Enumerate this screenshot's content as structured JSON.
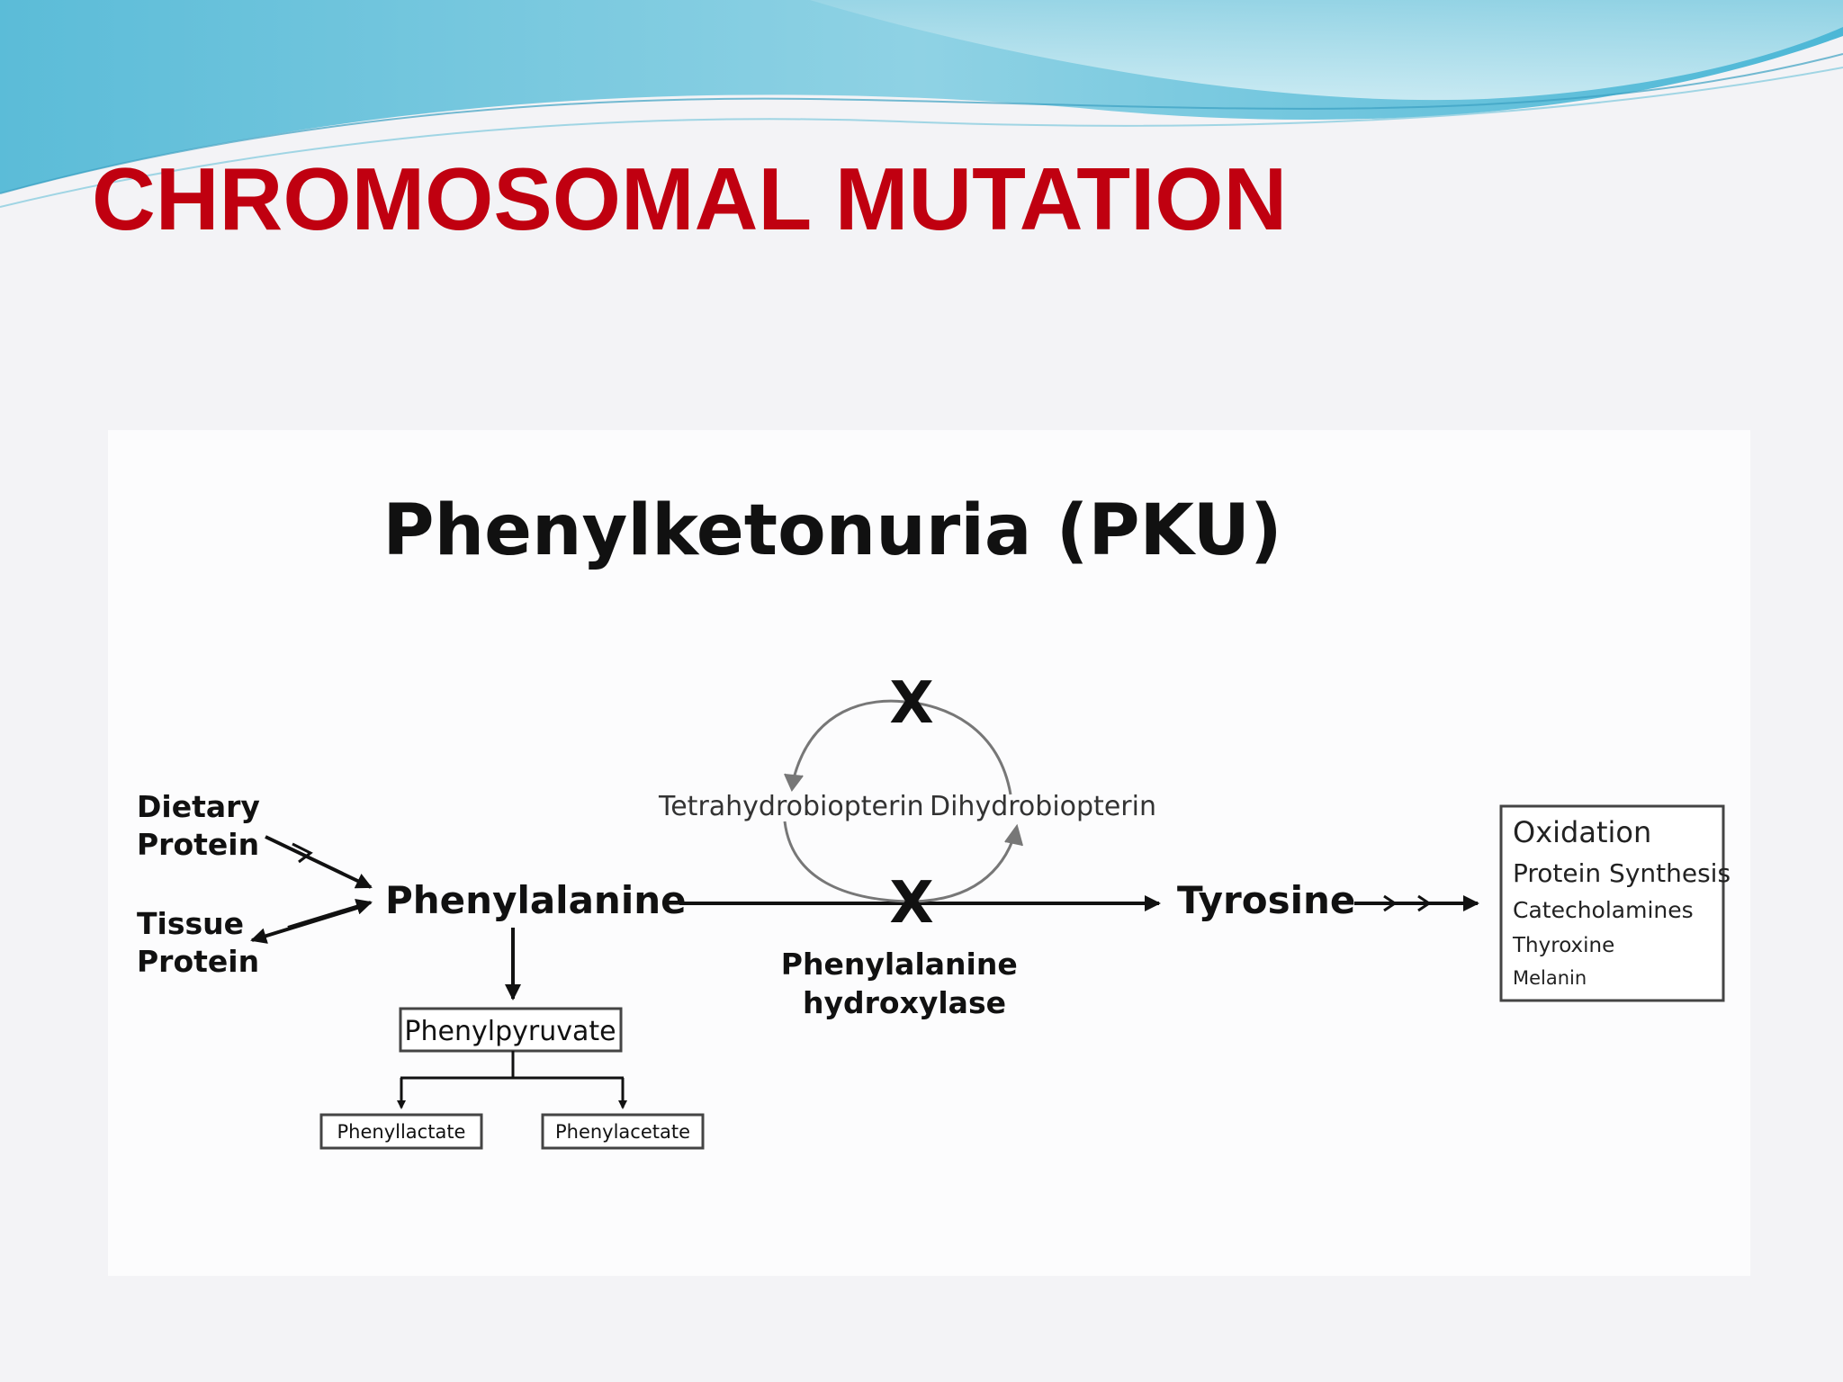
{
  "slide": {
    "title": "CHROMOSOMAL MUTATION"
  },
  "diagram": {
    "title": "Phenylketonuria (PKU)",
    "sources": {
      "dietary_protein": [
        "Dietary",
        "Protein"
      ],
      "tissue_protein": [
        "Tissue",
        "Protein"
      ]
    },
    "nodes": {
      "phenylalanine": "Phenylalanine",
      "tyrosine": "Tyrosine",
      "tetrahydrobiopterin": "Tetrahydrobiopterin",
      "dihydrobiopterin": "Dihydrobiopterin",
      "enzyme": [
        "Phenylalanine",
        "hydroxylase"
      ],
      "phenylpyruvate": "Phenylpyruvate",
      "phenyllactate": "Phenyllactate",
      "phenylacetate": "Phenylacetate"
    },
    "block_marks": [
      "X",
      "X"
    ],
    "tyrosine_fates": [
      "Oxidation",
      "Protein Synthesis",
      "Catecholamines",
      "Thyroxine",
      "Melanin"
    ]
  },
  "colors": {
    "title_red": "#c00010",
    "wave_blue": "#6fc3dc",
    "wave_light": "#bfe6ef"
  }
}
